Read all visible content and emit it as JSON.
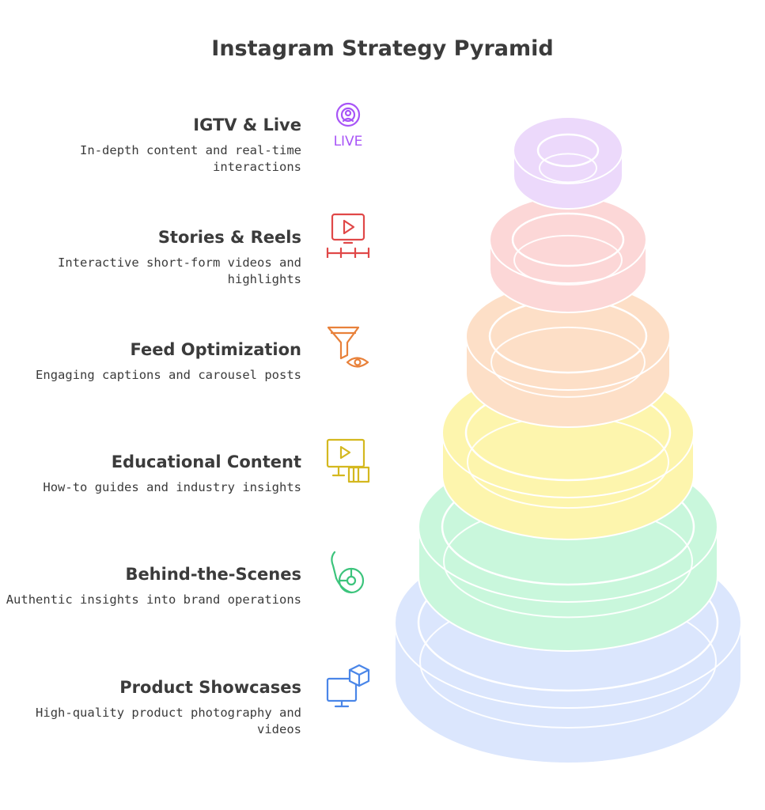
{
  "title": "Instagram Strategy Pyramid",
  "tiers": [
    {
      "title": "IGTV & Live",
      "description": "In-depth content and real-time interactions",
      "desc_lines": [
        "In-depth content and real-time",
        "interactions"
      ],
      "icon": "live-broadcast-icon",
      "icon_text": "LIVE",
      "color": "#ecd9fb",
      "icon_color": "#a855f7"
    },
    {
      "title": "Stories & Reels",
      "description": "Interactive short-form videos and highlights",
      "desc_lines": [
        "Interactive short-form videos and",
        "highlights"
      ],
      "icon": "video-timeline-icon",
      "color": "#fcd7d7",
      "icon_color": "#e04848"
    },
    {
      "title": "Feed Optimization",
      "description": "Engaging captions and carousel posts",
      "desc_lines": [
        "Engaging captions and carousel posts"
      ],
      "icon": "funnel-eye-icon",
      "color": "#fddfc7",
      "icon_color": "#e8813a"
    },
    {
      "title": "Educational Content",
      "description": "How-to guides and industry insights",
      "desc_lines": [
        "How-to guides and industry insights"
      ],
      "icon": "video-book-icon",
      "color": "#fdf5ad",
      "icon_color": "#d4b81f"
    },
    {
      "title": "Behind-the-Scenes",
      "description": "Authentic insights into brand operations",
      "desc_lines": [
        "Authentic insights into brand operations"
      ],
      "icon": "behind-scenes-icon",
      "color": "#c9f7dc",
      "icon_color": "#3cc47c"
    },
    {
      "title": "Product Showcases",
      "description": "High-quality product photography and videos",
      "desc_lines": [
        "High-quality product photography and",
        "videos"
      ],
      "icon": "monitor-cube-icon",
      "color": "#dbe6fd",
      "icon_color": "#4a86e8"
    }
  ]
}
